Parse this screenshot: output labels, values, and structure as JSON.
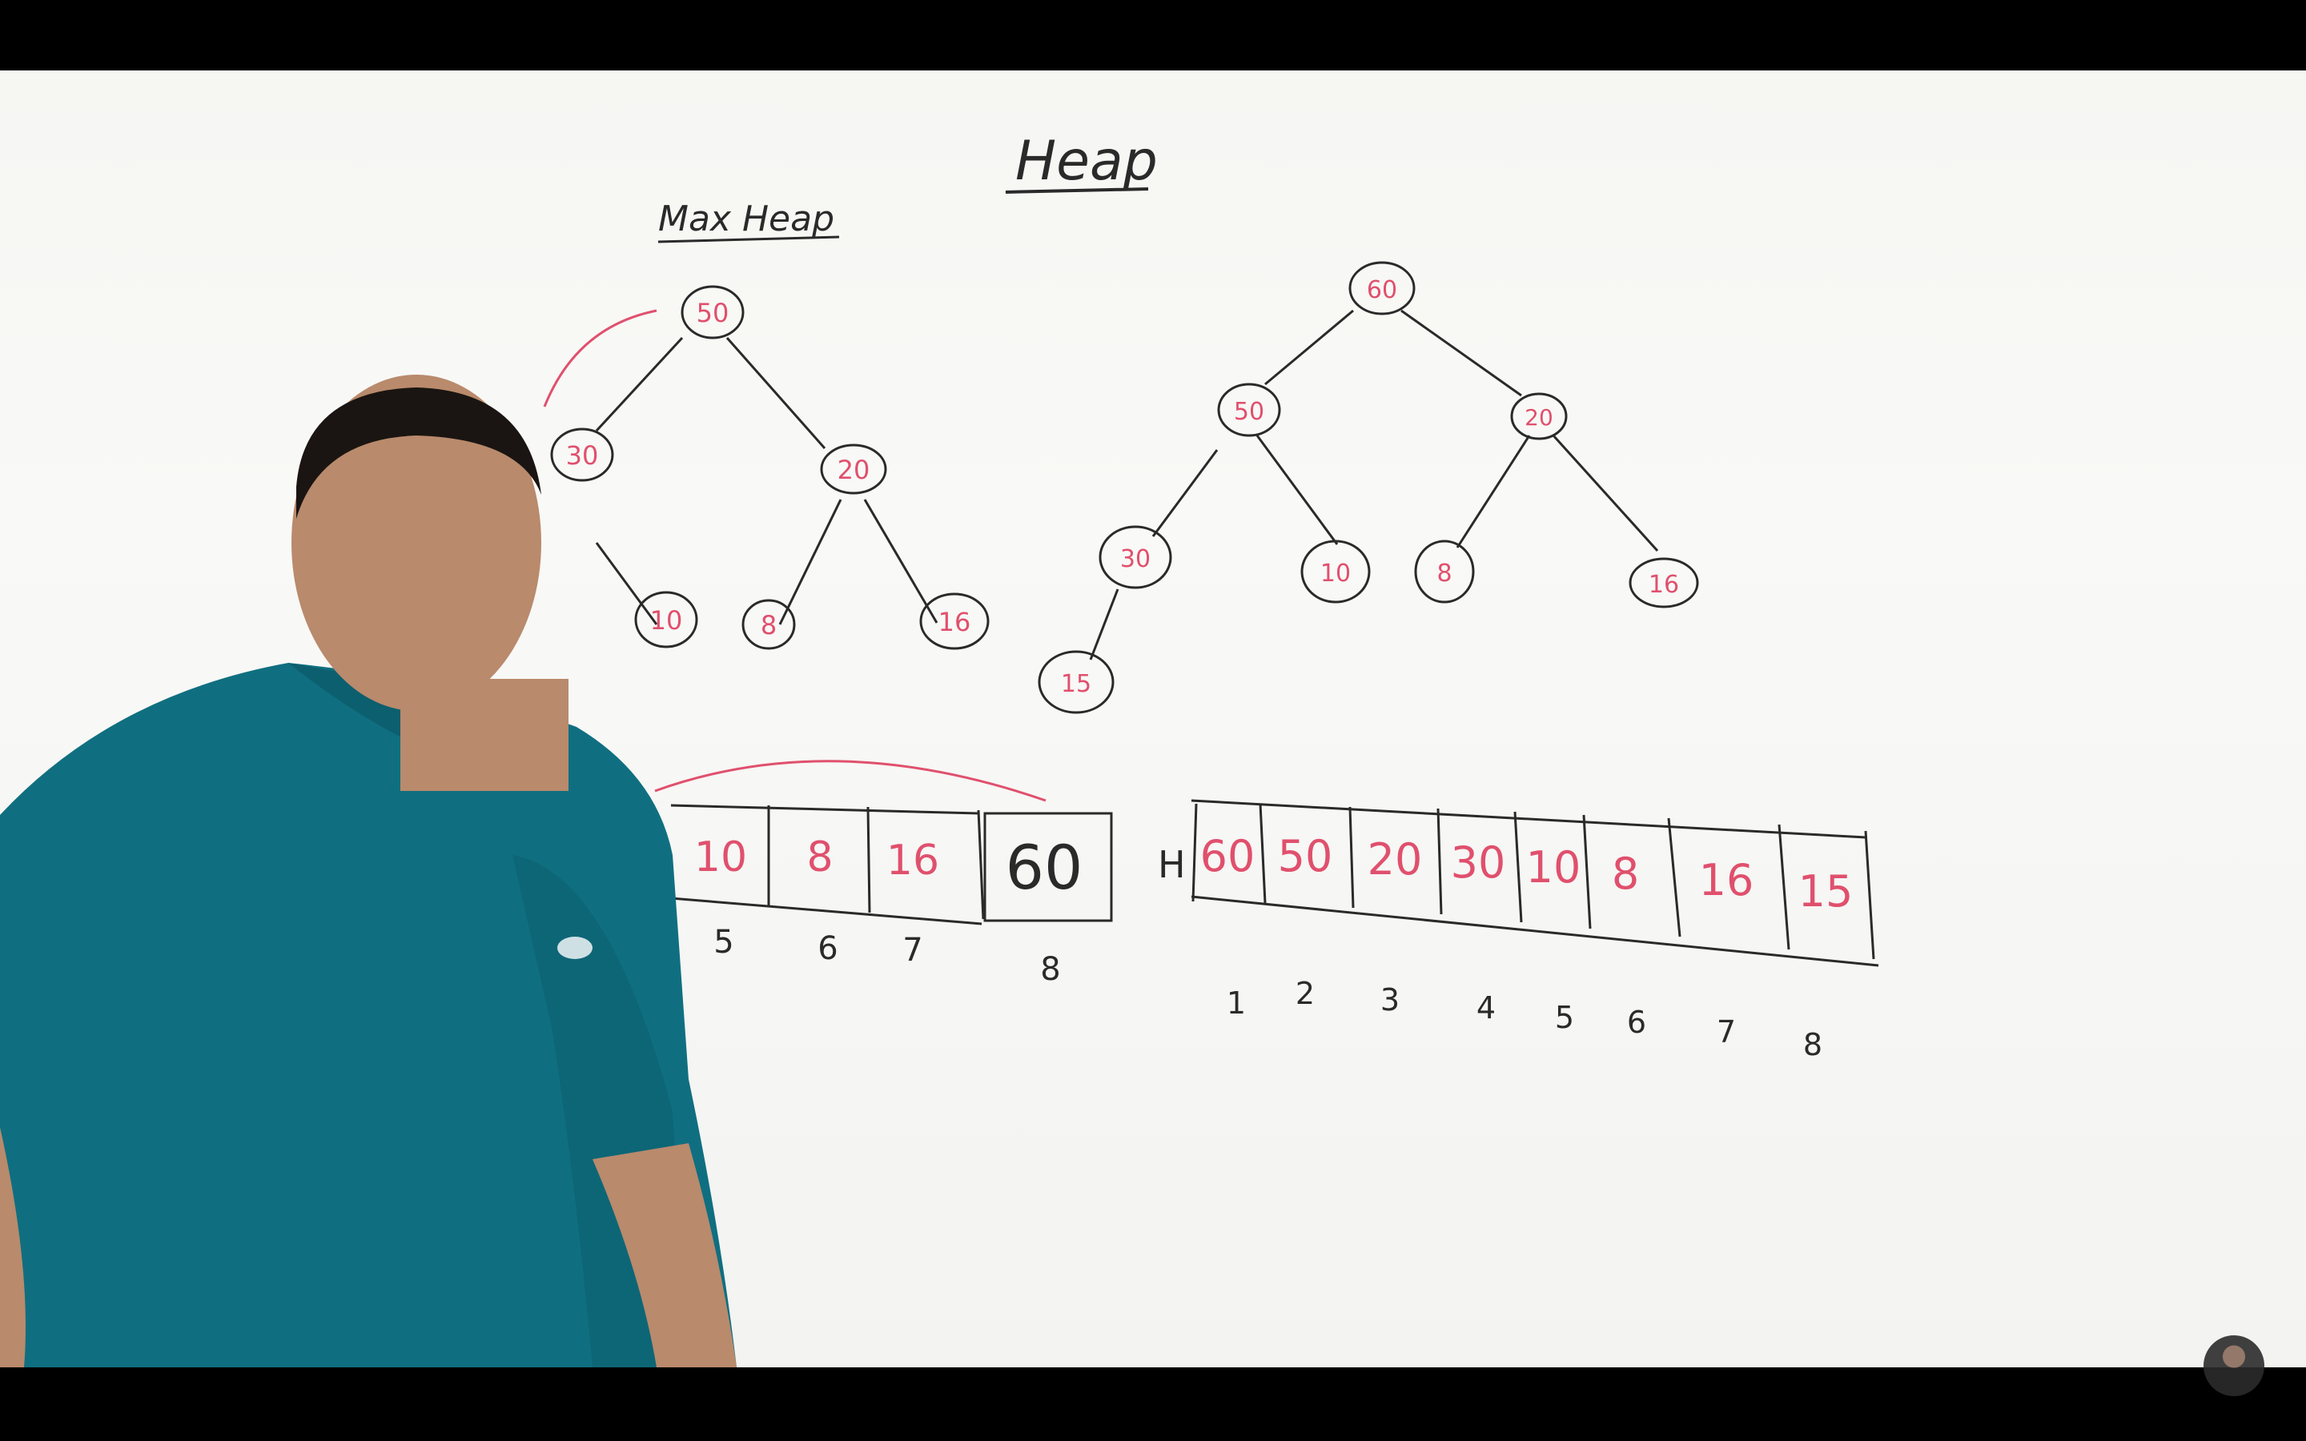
{
  "board": {
    "title": "Heap",
    "subtitle": "Max Heap"
  },
  "left_tree": {
    "root": "50",
    "level1": [
      "30",
      "20"
    ],
    "level2": [
      "10",
      "8",
      "16"
    ]
  },
  "right_tree": {
    "root": "60",
    "level1": [
      "50",
      "20"
    ],
    "level2": [
      "30",
      "10",
      "8",
      "16"
    ],
    "level3": [
      "15"
    ]
  },
  "left_array": {
    "cells": [
      "10",
      "8",
      "16",
      "60"
    ],
    "indices": [
      "5",
      "6",
      "7",
      "8"
    ]
  },
  "right_array": {
    "label": "H",
    "cells": [
      "60",
      "50",
      "20",
      "30",
      "10",
      "8",
      "16",
      "15"
    ],
    "indices": [
      "1",
      "2",
      "3",
      "4",
      "5",
      "6",
      "7",
      "8"
    ]
  },
  "colors": {
    "ink": "#2a2a2a",
    "red_marker": "#e0506d",
    "shirt": "#0f6f80"
  }
}
